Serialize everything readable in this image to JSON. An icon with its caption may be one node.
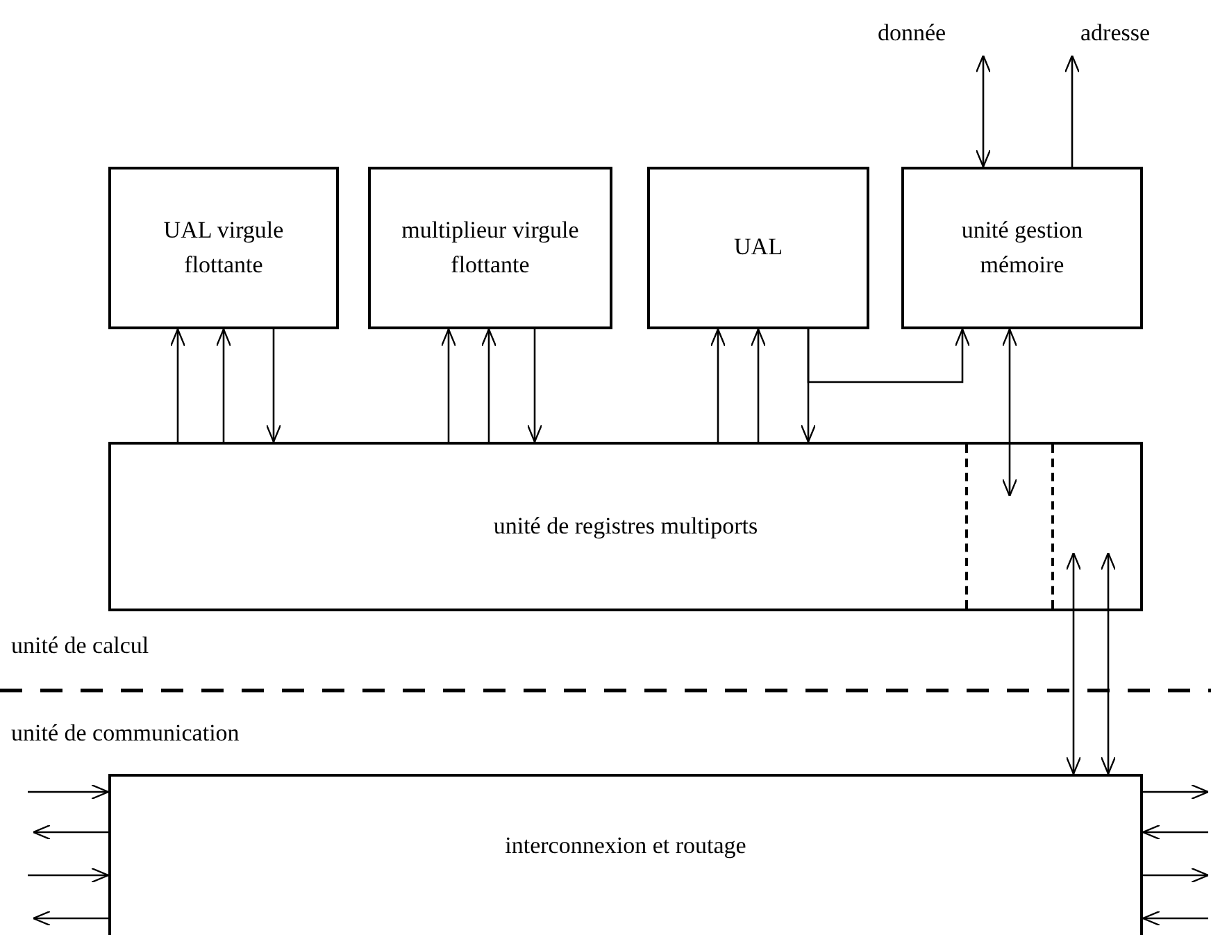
{
  "diagram": {
    "nodes": [
      {
        "text": [
          "UAL virgule flottante"
        ]
      },
      {
        "text": [
          "multiplieur virgule flottante"
        ]
      },
      {
        "text": [
          "UAL"
        ]
      },
      {
        "text": [
          "unité gestion mémoire"
        ]
      },
      {
        "text": [
          "unité de registres multiports"
        ]
      },
      {
        "text": [],
        "shape": "box",
        "in": 4
      },
      {
        "text": [],
        "shape": "box",
        "in": 4
      },
      {
        "text": [
          "interconnexion et routage"
        ]
      },
      {
        "text": [
          "donnée"
        ]
      },
      {
        "text": [
          "adresse"
        ]
      }
    ],
    "edges": [
      {
        "from": 4,
        "to": 0,
        "arrow": "to"
      },
      {
        "from": 4,
        "to": 0,
        "arrow": "to"
      },
      {
        "from": 0,
        "to": 4,
        "arrow": "to"
      },
      {
        "from": 4,
        "to": 1,
        "arrow": "to"
      },
      {
        "from": 4,
        "to": 1,
        "arrow": "to"
      },
      {
        "from": 1,
        "to": 4,
        "arrow": "to"
      },
      {
        "from": 4,
        "to": 2,
        "arrow": "to"
      },
      {
        "from": 4,
        "to": 2,
        "arrow": "to"
      },
      {
        "from": 2,
        "to": 4,
        "arrow": "to"
      },
      {
        "from": 2,
        "to": 3,
        "arrow": "to"
      },
      {
        "from": 3,
        "to": 5,
        "arrow": "both"
      },
      {
        "from": 3,
        "to": 8,
        "arrow": "both"
      },
      {
        "from": 3,
        "to": 9,
        "arrow": "to"
      },
      {
        "from": 6,
        "to": 7,
        "arrow": "both"
      },
      {
        "from": 6,
        "to": 7,
        "arrow": "both"
      },
      {
        "from": null,
        "to": 7,
        "arrow": "to"
      },
      {
        "from": 7,
        "to": null,
        "arrow": "to"
      },
      {
        "from": null,
        "to": 7,
        "arrow": "to"
      },
      {
        "from": 7,
        "to": null,
        "arrow": "to"
      },
      {
        "from": 7,
        "to": null,
        "arrow": "to"
      },
      {
        "from": null,
        "to": 7,
        "arrow": "to"
      },
      {
        "from": 7,
        "to": null,
        "arrow": "to"
      },
      {
        "from": null,
        "to": 7,
        "arrow": "to"
      }
    ],
    "labels": [
      "unité de calcul",
      "unité de communication"
    ]
  }
}
